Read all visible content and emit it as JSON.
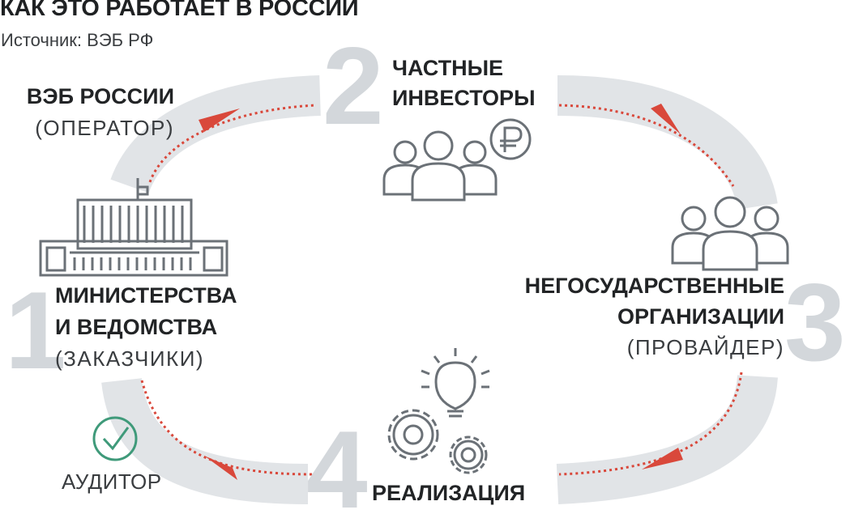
{
  "header": {
    "title": "КАК ЭТО РАБОТАЕТ В РОССИИ",
    "source": "Источник: ВЭБ РФ"
  },
  "steps": {
    "s1": {
      "number": "1",
      "line1": "МИНИСТЕРСТВА",
      "line2": "И ВЕДОМСТВА",
      "sub": "(ЗАКАЗЧИКИ)"
    },
    "s2": {
      "number": "2",
      "line1": "ЧАСТНЫЕ",
      "line2": "ИНВЕСТОРЫ"
    },
    "s3": {
      "number": "3",
      "line1": "НЕГОСУДАРСТВЕННЫЕ",
      "line2": "ОРГАНИЗАЦИИ",
      "sub": "(ПРОВАЙДЕР)"
    },
    "s4": {
      "number": "4",
      "line1": "РЕАЛИЗАЦИЯ"
    }
  },
  "operator": {
    "line1": "ВЭБ РОССИИ",
    "sub": "(ОПЕРАТОР)"
  },
  "auditor": {
    "label": "АУДИТОР"
  },
  "icons": {
    "ruble": "ruble-coin-icon",
    "check": "checkmark-icon",
    "people": "people-group-icon",
    "building": "government-building-icon",
    "bulb": "lightbulb-icon",
    "gears": "gears-icon"
  },
  "colors": {
    "ring": "#e1e4e7",
    "number": "#d3d7db",
    "arrow": "#d9483b",
    "icon": "#6b7177",
    "check": "#3f9a7a",
    "text": "#222426"
  }
}
